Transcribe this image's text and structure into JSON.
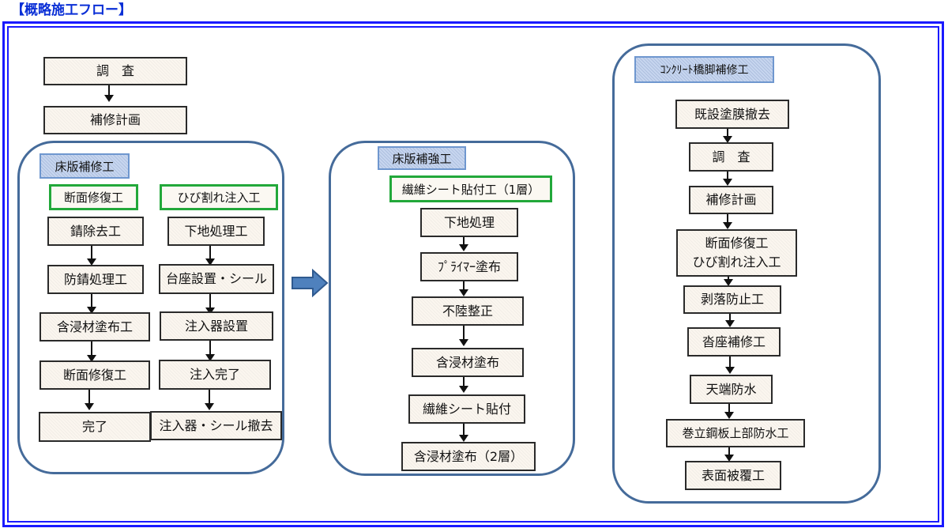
{
  "title": "【概略施工フロー】",
  "colors": {
    "frame": "#1a1aff",
    "title": "#0a2fd6",
    "panel_border": "#456b9a",
    "header_fill": "#c7d6ef",
    "sub_border": "#22a83a",
    "arrow_fill": "#4f81bd"
  },
  "top_flow": [
    "調　査",
    "補修計画"
  ],
  "panel_deck_repair": {
    "header": "床版補修工",
    "section_repair": {
      "label": "断面修復工",
      "steps": [
        "錆除去工",
        "防錆処理工",
        "含浸材塗布工",
        "断面修復工",
        "完了"
      ]
    },
    "crack_injection": {
      "label": "ひび割れ注入工",
      "steps": [
        "下地処理工",
        "台座設置・シール",
        "注入器設置",
        "注入完了",
        "注入器・シール撤去"
      ]
    }
  },
  "transition_arrow": "right-block-arrow-icon",
  "panel_deck_reinforce": {
    "header": "床版補強工",
    "sub_label": "繊維シート貼付工（1層）",
    "steps": [
      "下地処理",
      "ﾌﾟﾗｲﾏｰ塗布",
      "不陸整正",
      "含浸材塗布",
      "繊維シート貼付",
      "含浸材塗布（2層）"
    ]
  },
  "panel_pier_repair": {
    "header": "ｺﾝｸﾘｰﾄ橋脚補修工",
    "steps": [
      "既設塗膜撤去",
      "調　査",
      "補修計画",
      "断面修復工\nひび割れ注入工",
      "剥落防止工",
      "沓座補修工",
      "天端防水",
      "巻立鋼板上部防水工",
      "表面被覆工"
    ]
  }
}
